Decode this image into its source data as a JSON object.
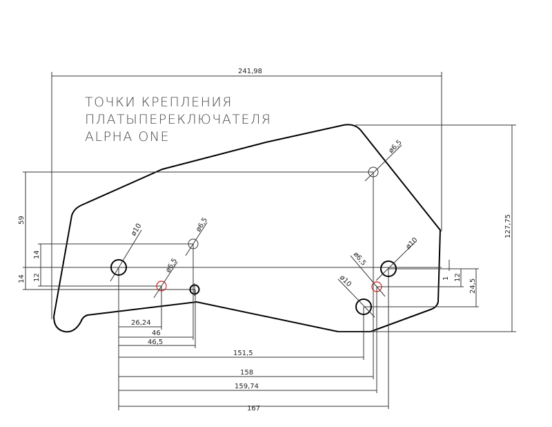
{
  "title_lines": [
    "ТОЧКИ КРЕПЛЕНИЯ",
    "ПЛАТЫПЕРЕКЛЮЧАТЕЛЯ",
    "ALPHA ONE"
  ],
  "dimensions": {
    "overall_width": "241,98",
    "overall_height": "127,75",
    "left_59": "59",
    "left_14_outer": "14",
    "left_14_inner": "14",
    "left_12": "12",
    "right_1": "1",
    "right_12": "12",
    "right_24_5": "24,5",
    "bottom": [
      "26,24",
      "46",
      "46,5",
      "151,5",
      "158",
      "159,74",
      "167"
    ]
  },
  "hole_labels": {
    "h1": "ø10",
    "h2": "ø6,5",
    "h3": "ø6,5",
    "h4": "ø6,5",
    "h5": "ø10",
    "h6": "ø6,5",
    "h7": "ø10"
  },
  "colors": {
    "outline": "#000000",
    "highlight": "#d02020"
  }
}
